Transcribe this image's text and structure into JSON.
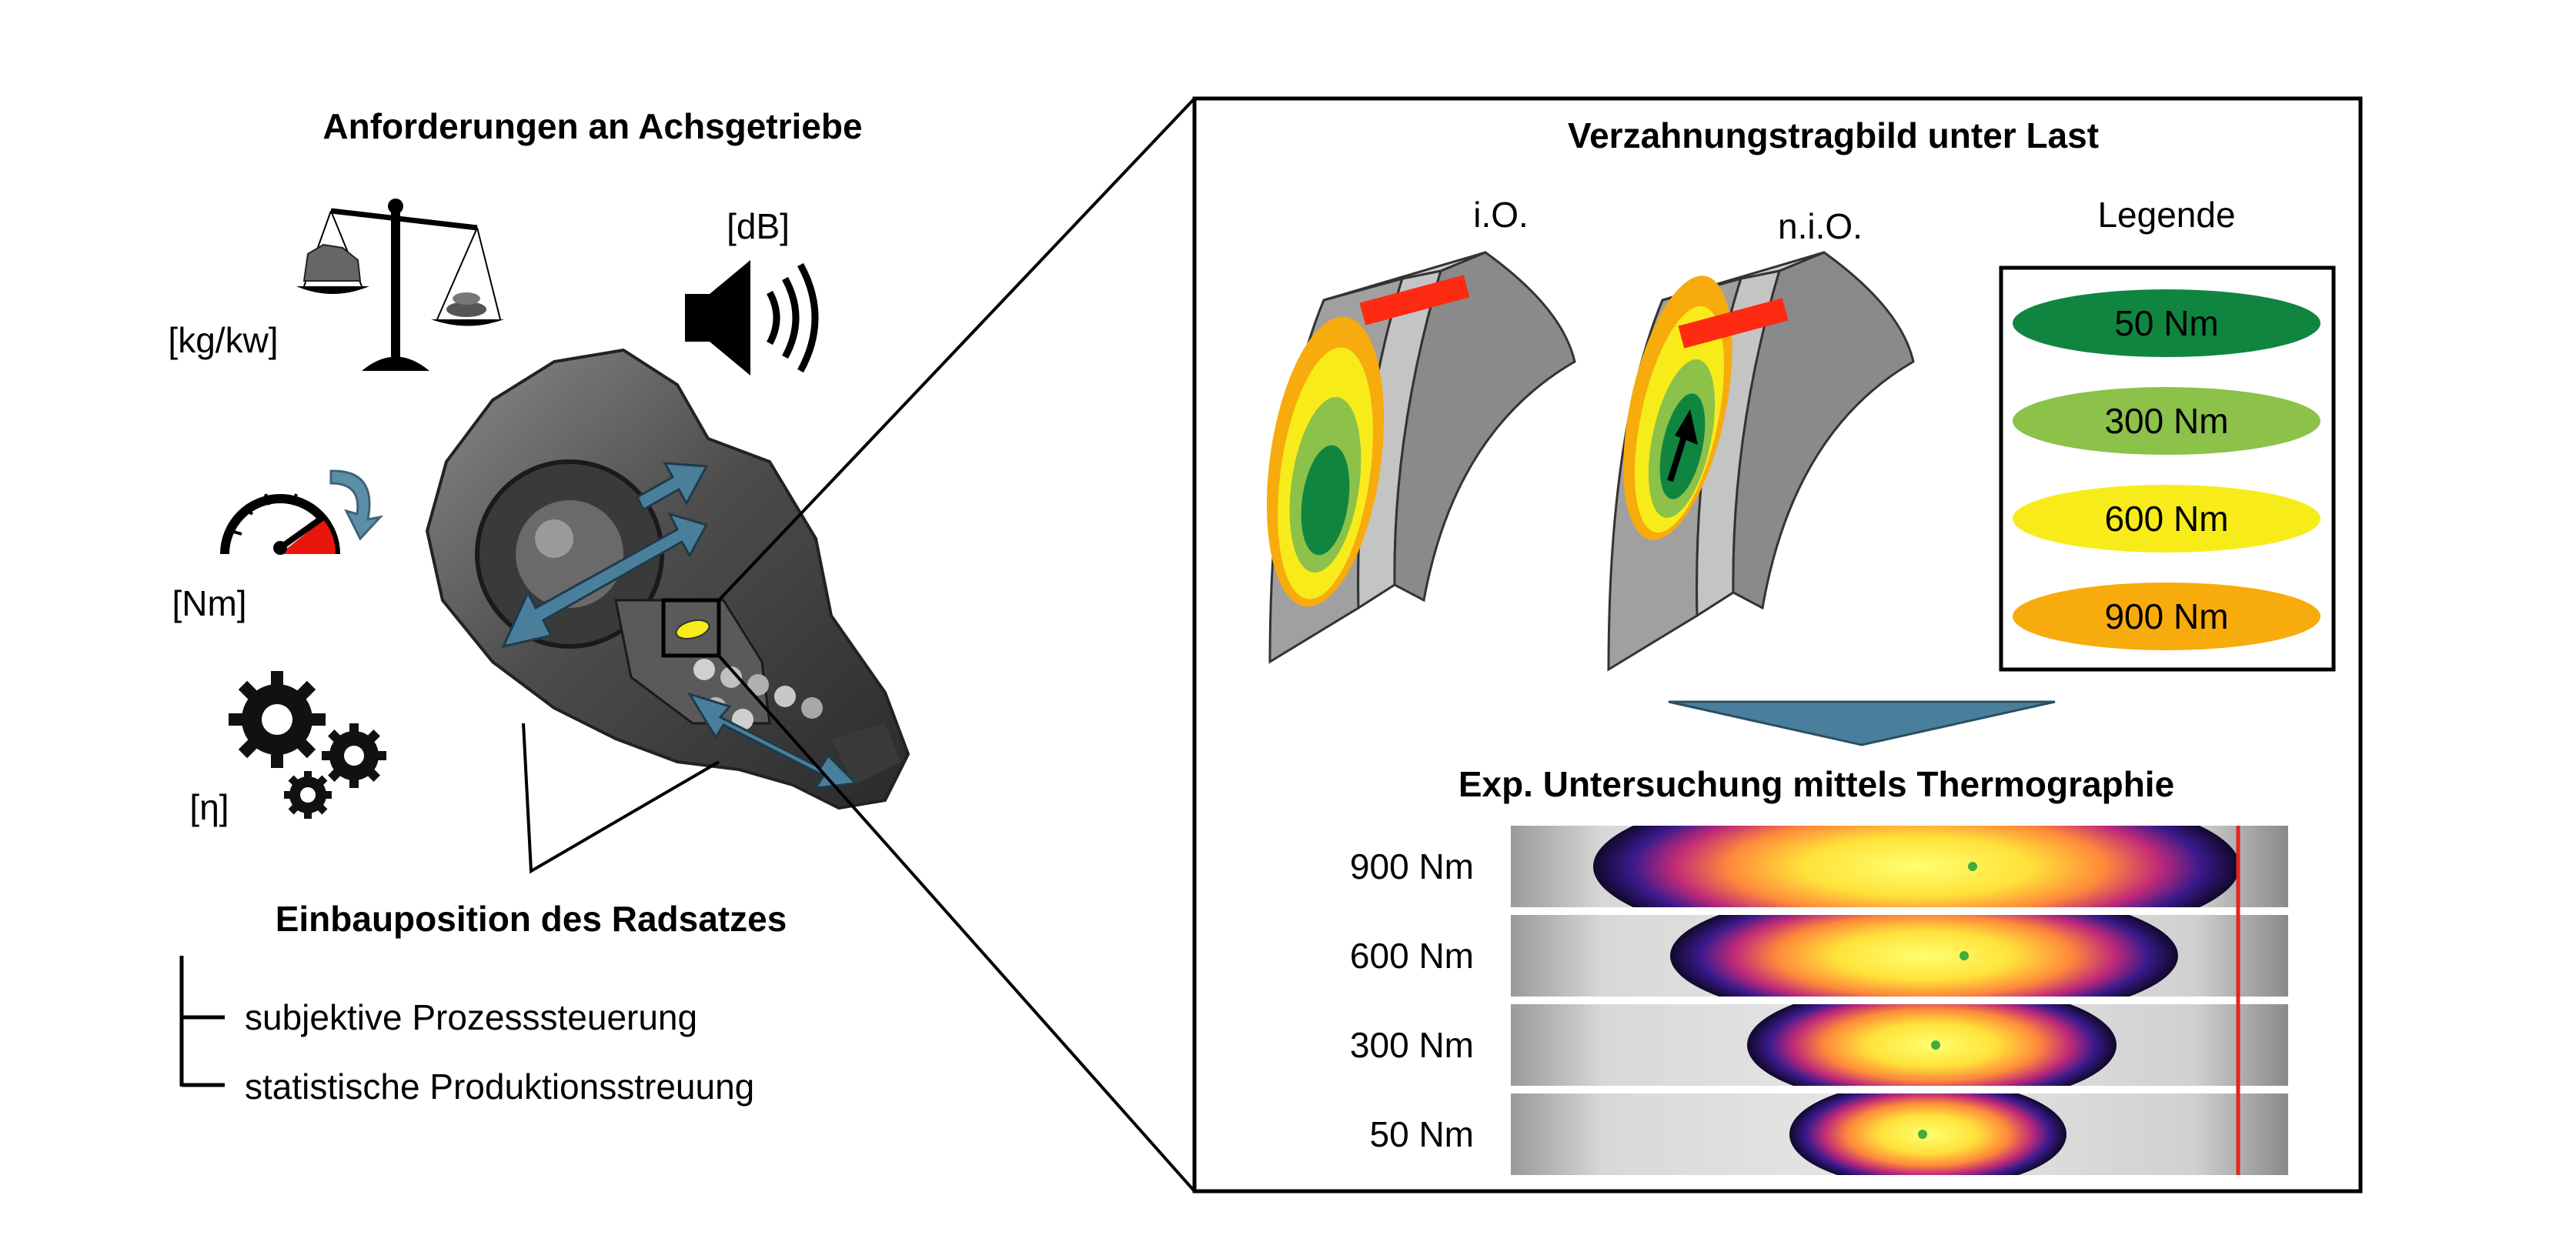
{
  "left_panel": {
    "title": "Anforderungen an Achsgetriebe",
    "units": {
      "weight_power": "[kg/kw]",
      "noise": "[dB]",
      "torque": "[Nm]",
      "efficiency": "[η]"
    },
    "installation_title": "Einbauposition des Radsatzes",
    "installation_items": [
      "subjektive Prozesssteuerung",
      "statistische Produktionsstreuung"
    ]
  },
  "right_panel": {
    "contact_title": "Verzahnungstragbild unter Last",
    "tooth_ok_label": "i.O.",
    "tooth_nok_label": "n.i.O.",
    "legend": {
      "title": "Legende",
      "items": [
        {
          "label": "50 Nm",
          "color": "#10853f"
        },
        {
          "label": "300 Nm",
          "color": "#8cc14a"
        },
        {
          "label": "600 Nm",
          "color": "#f7ec1a"
        },
        {
          "label": "900 Nm",
          "color": "#f7ab0c"
        }
      ]
    },
    "thermo_title": "Exp. Untersuchung mittels Thermographie",
    "thermo_rows": [
      {
        "label": "900 Nm"
      },
      {
        "label": "600 Nm"
      },
      {
        "label": "300 Nm"
      },
      {
        "label": "50 Nm"
      }
    ]
  },
  "colors": {
    "arrow_blue": "#4a7f9c",
    "marker_red": "#ff2a12",
    "indicator_line": "#e3261a"
  }
}
